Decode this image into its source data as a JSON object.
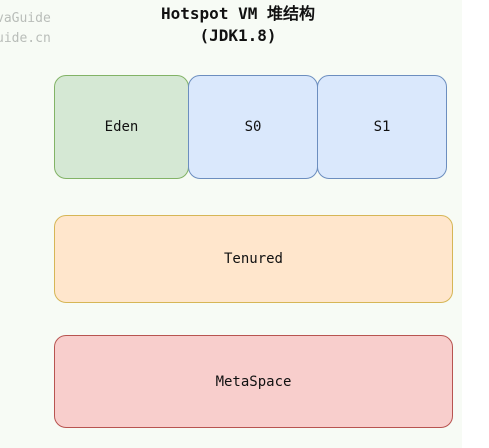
{
  "watermark": {
    "line1": "vaGuide",
    "line2": "uide.cn"
  },
  "title": {
    "line1": "Hotspot VM  堆结构",
    "line2": "(JDK1.8)"
  },
  "regions": {
    "eden": "Eden",
    "s0": "S0",
    "s1": "S1",
    "tenured": "Tenured",
    "metaspace": "MetaSpace"
  },
  "colors": {
    "eden_fill": "#d5e8d4",
    "survivor_fill": "#dae8fc",
    "tenured_fill": "#ffe6cc",
    "metaspace_fill": "#f8cecc"
  }
}
